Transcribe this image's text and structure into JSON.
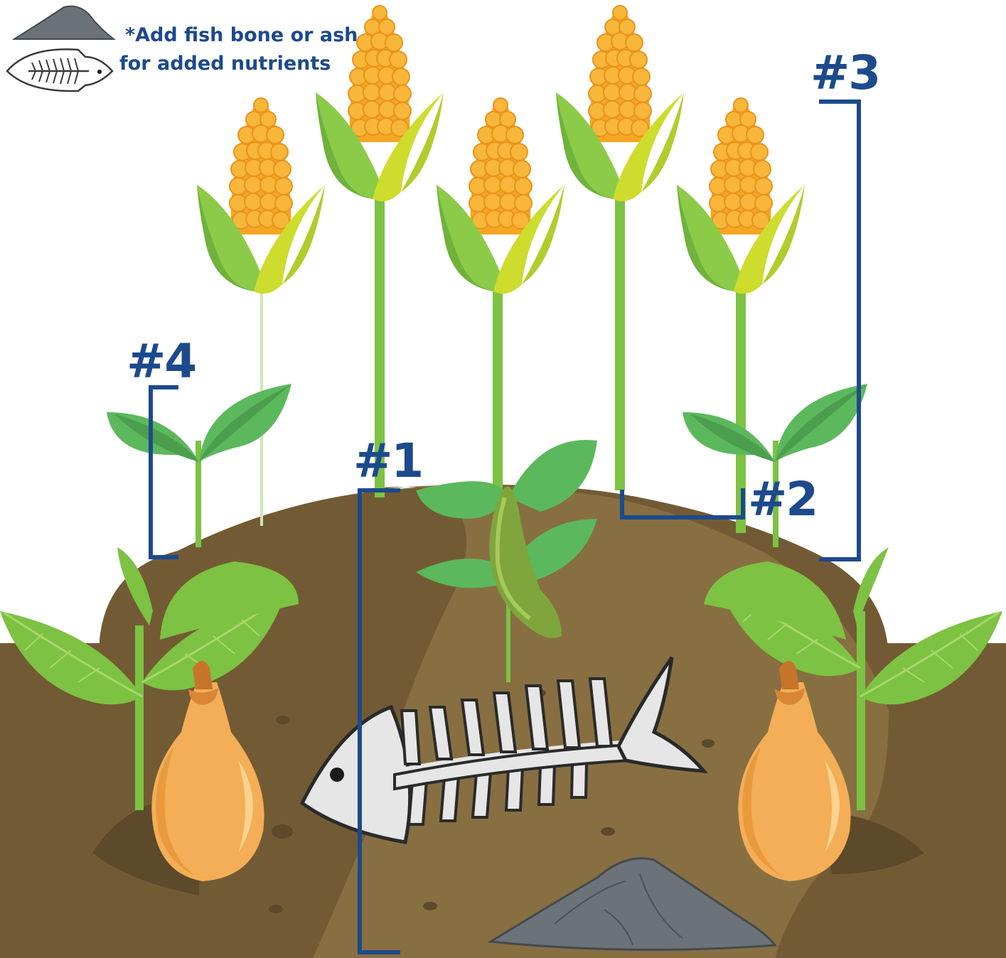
{
  "note": {
    "line1": "*Add fish bone or ash",
    "line2": "for added nutrients",
    "icons": [
      "ash-pile-icon",
      "fish-bone-icon"
    ]
  },
  "labels": {
    "one": "#1",
    "two": "#2",
    "three": "#3",
    "four": "#4"
  },
  "colors": {
    "label_blue": "#1c4a8c",
    "soil_dark": "#725b34",
    "soil_light": "#876f42",
    "corn_orange": "#f6a623",
    "leaf_green": "#7dc243",
    "squash_orange": "#f3ae57",
    "ash_gray": "#6b7278"
  }
}
